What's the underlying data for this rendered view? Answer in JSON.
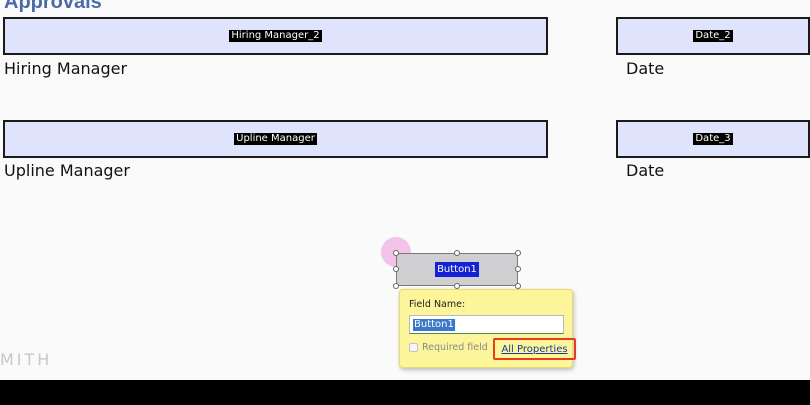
{
  "section": {
    "title": "Approvals"
  },
  "fields": {
    "hiring_manager": {
      "name": "Hiring Manager_2",
      "label": "Hiring Manager"
    },
    "hiring_date": {
      "name": "Date_2",
      "label": "Date"
    },
    "upline_manager": {
      "name": "Upline Manager",
      "label": "Upline Manager"
    },
    "upline_date": {
      "name": "Date_3",
      "label": "Date"
    },
    "button": {
      "name": "Button1"
    }
  },
  "popup": {
    "field_name_caption": "Field Name:",
    "field_name_value": "Button1",
    "required_label": "Required field",
    "all_properties_label": "All Properties"
  },
  "footer": {
    "text": "MITH"
  },
  "colors": {
    "field_fill": "#dfe3fb",
    "popup_fill": "#fcf59a",
    "highlight_border": "#e63d21",
    "selection": "#1422d4"
  }
}
